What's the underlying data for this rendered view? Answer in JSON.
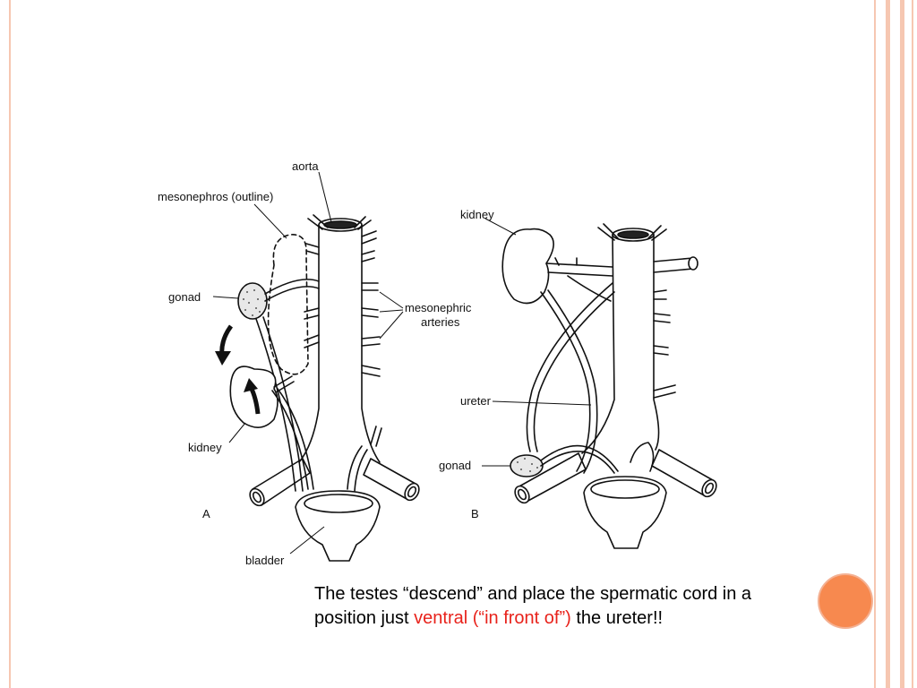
{
  "diagram": {
    "panel_a": {
      "letter": "A",
      "labels": {
        "aorta": "aorta",
        "mesonephros": "mesonephros (outline)",
        "gonad": "gonad",
        "mesonephric_arteries": [
          "mesonephric",
          "arteries"
        ],
        "kidney": "kidney",
        "bladder": "bladder"
      }
    },
    "panel_b": {
      "letter": "B",
      "labels": {
        "kidney": "kidney",
        "ureter": "ureter",
        "gonad": "gonad"
      }
    }
  },
  "caption": {
    "part1": "The testes “descend” and place the spermatic cord in a position just ",
    "highlight": "ventral (“in front of”)",
    "part2": " the ureter!!",
    "highlight_color": "#e8221b"
  },
  "theme": {
    "border_color": "#f6c7b1",
    "accent_circle": "#f7894f"
  }
}
